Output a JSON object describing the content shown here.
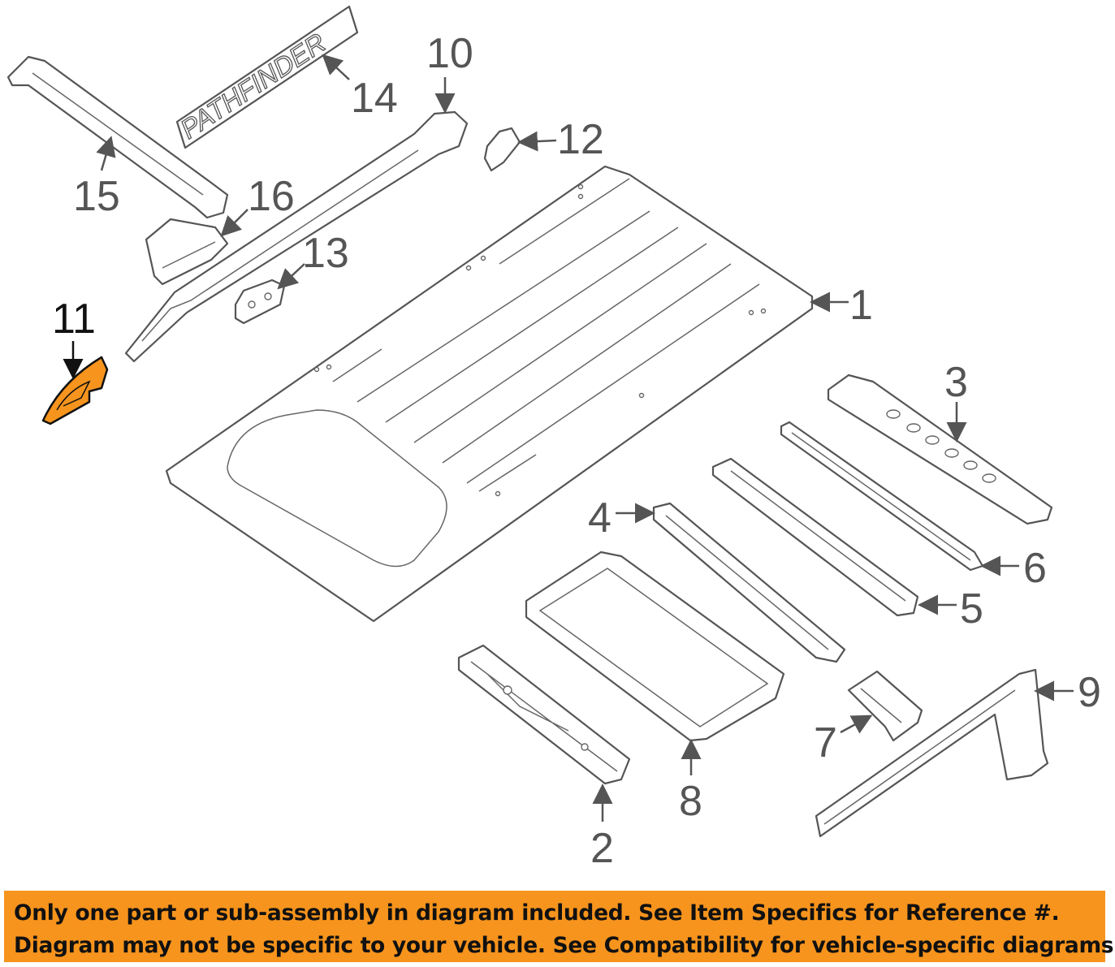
{
  "diagram": {
    "emblem_text": "PATHFINDER",
    "highlight_color": "#f7941d",
    "highlighted_part": "11",
    "callouts": [
      {
        "id": "c1",
        "label": "1"
      },
      {
        "id": "c2",
        "label": "2"
      },
      {
        "id": "c3",
        "label": "3"
      },
      {
        "id": "c4",
        "label": "4"
      },
      {
        "id": "c5",
        "label": "5"
      },
      {
        "id": "c6",
        "label": "6"
      },
      {
        "id": "c7",
        "label": "7"
      },
      {
        "id": "c8",
        "label": "8"
      },
      {
        "id": "c9",
        "label": "9"
      },
      {
        "id": "c10",
        "label": "10"
      },
      {
        "id": "c11",
        "label": "11"
      },
      {
        "id": "c12",
        "label": "12"
      },
      {
        "id": "c13",
        "label": "13"
      },
      {
        "id": "c14",
        "label": "14"
      },
      {
        "id": "c15",
        "label": "15"
      },
      {
        "id": "c16",
        "label": "16"
      }
    ]
  },
  "banner": {
    "line1": "Only one part or sub-assembly in diagram included. See Item Specifics for Reference #.",
    "line2": "Diagram may not be specific to your vehicle. See Compatibility for vehicle-specific diagrams.",
    "color": "#f7941d"
  }
}
